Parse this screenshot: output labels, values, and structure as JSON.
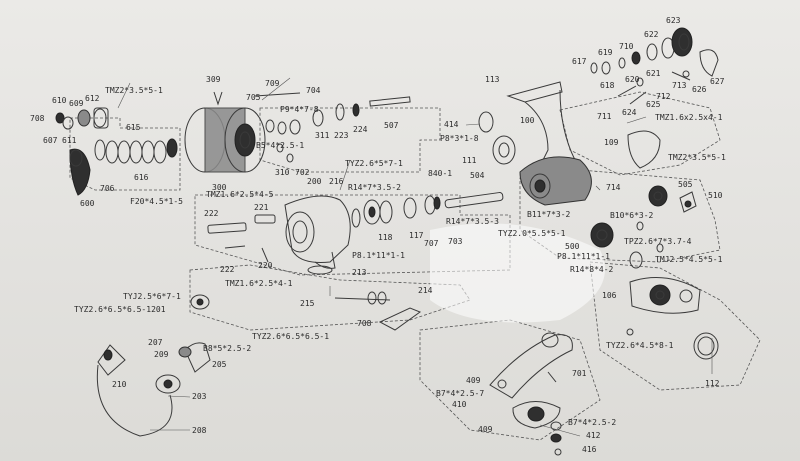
{
  "labels": {
    "l708": "708",
    "l610": "610",
    "l609": "609",
    "l612": "612",
    "l607": "607",
    "l611": "611",
    "l615": "615",
    "l616": "616",
    "l706": "706",
    "l600": "600",
    "tmz22_355_1": "TMZ2*3.5*5-1",
    "f20_45_1": "F20*4.5*1-5",
    "l309": "309",
    "l709": "709",
    "l705": "705",
    "l704": "704",
    "p9_47_8": "P9*4*7-8",
    "l311": "311",
    "l223": "223",
    "l224": "224",
    "l507": "507",
    "b5_425_1": "B5*4*2.5-1",
    "l310": "310",
    "l702": "702",
    "l300": "300",
    "tmz16_254_5": "TMZ1.6*2.5*4-5",
    "l222a": "222",
    "l221": "221",
    "l200": "200",
    "l216": "216",
    "tyz226_571": "TYZ2.6*5*7-1",
    "r14_735_2": "R14*7*3.5-2",
    "l118": "118",
    "l117": "117",
    "l840_1": "840-1",
    "r14_735_3": "R14*7*3.5-3",
    "l707": "707",
    "l703": "703",
    "l504": "504",
    "p8_111_1": "P8.1*11*1-1",
    "l220": "220",
    "l222b": "222",
    "l213": "213",
    "tmz16_254_1": "TMZ1.6*2.5*4-1",
    "l214": "214",
    "l215": "215",
    "l708b": "708",
    "tyj25_671_1": "TYJ2.5*6*7-1",
    "tyz26_651_1201": "TYZ2.6*6.5*6.5-1201",
    "l207": "207",
    "b8_525_2": "B8*5*2.5-2",
    "tyz26_6556_1": "TYZ2.6*6.5*6.5-1",
    "l209": "209",
    "l205": "205",
    "l210": "210",
    "l203": "203",
    "l208": "208",
    "l113": "113",
    "l414": "414",
    "p8_318_1": "P8*3*1-8",
    "l100": "100",
    "l111": "111",
    "l617": "617",
    "l619": "619",
    "l710": "710",
    "l622": "622",
    "l623": "623",
    "l618": "618",
    "l620": "620",
    "l621": "621",
    "l713": "713",
    "l626": "626",
    "l627": "627",
    "l711": "711",
    "l624": "624",
    "l712": "712",
    "l625": "625",
    "tmz1_6254_1": "TMZ1.6x2.5x4-1",
    "l109": "109",
    "tmz22_355_1b": "TMZ2*3.5*5-1",
    "l714": "714",
    "b11_73_2": "B11*7*3-2",
    "tyz20_551": "TYZ2.0*5.5*5-1",
    "l505": "505",
    "l510": "510",
    "b10_63_2": "B10*6*3-2",
    "l500": "500",
    "tpz22_637_4": "TPZ2.6*7*3.7-4",
    "p8_1111_1": "P8.1*11*1-1",
    "tmj25_455_1": "TMJ2.5*4.5*5-1",
    "r14_842": "R14*8*4-2",
    "l106": "106",
    "tyz22_6458_1": "TYZ2.6*4.5*8-1",
    "l112": "112",
    "l701": "701",
    "l409": "409",
    "b7_425_7": "B7*4*2.5-7",
    "l410": "410",
    "l409b": "409",
    "b7_425_2": "B7*4*2.5-2",
    "l412": "412",
    "l416": "416"
  }
}
